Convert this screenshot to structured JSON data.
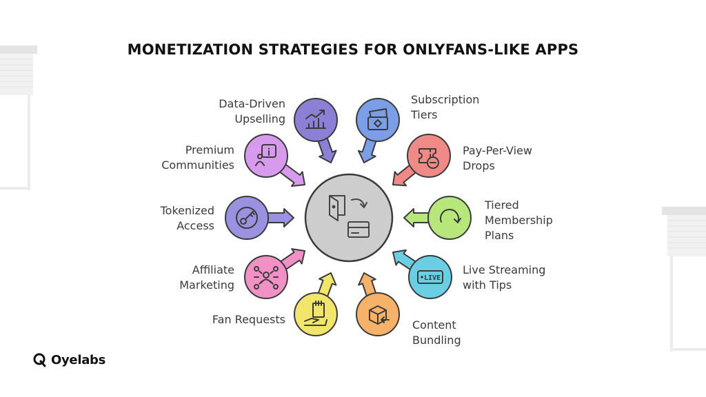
{
  "title": "MONETIZATION STRATEGIES FOR ONLYFANS-LIKE APPS",
  "brand": {
    "name": "Oyelabs"
  },
  "hub": {
    "icon": "wallet-card-icon",
    "fill": "#cdcdcd"
  },
  "strategies": [
    {
      "key": "data-driven-upselling",
      "lines": [
        "Data-Driven",
        "Upselling"
      ],
      "color": "#8c7fd6",
      "icon": "bar-chart-icon"
    },
    {
      "key": "subscription-tiers",
      "lines": [
        "Subscription",
        "Tiers"
      ],
      "color": "#7b9ee6",
      "icon": "cards-icon"
    },
    {
      "key": "pay-per-view-drops",
      "lines": [
        "Pay-Per-View",
        "Drops"
      ],
      "color": "#f08a86",
      "icon": "ticket-icon"
    },
    {
      "key": "tiered-membership-plans",
      "lines": [
        "Tiered",
        "Membership",
        "Plans"
      ],
      "color": "#b7e67a",
      "icon": "circular-arrow-icon"
    },
    {
      "key": "live-streaming-with-tips",
      "lines": [
        "Live Streaming",
        "with Tips"
      ],
      "color": "#6bcfe4",
      "icon": "live-badge-icon"
    },
    {
      "key": "content-bundling",
      "lines": [
        "Content",
        "Bundling"
      ],
      "color": "#f7b26a",
      "icon": "box-icon"
    },
    {
      "key": "fan-requests",
      "lines": [
        "Fan Requests"
      ],
      "color": "#f2e56b",
      "icon": "hand-request-icon"
    },
    {
      "key": "affiliate-marketing",
      "lines": [
        "Affiliate",
        "Marketing"
      ],
      "color": "#f191c6",
      "icon": "network-people-icon"
    },
    {
      "key": "tokenized-access",
      "lines": [
        "Tokenized",
        "Access"
      ],
      "color": "#9a91e0",
      "icon": "key-icon"
    },
    {
      "key": "premium-communities",
      "lines": [
        "Premium",
        "Communities"
      ],
      "color": "#d89aec",
      "icon": "info-chat-icon"
    }
  ]
}
